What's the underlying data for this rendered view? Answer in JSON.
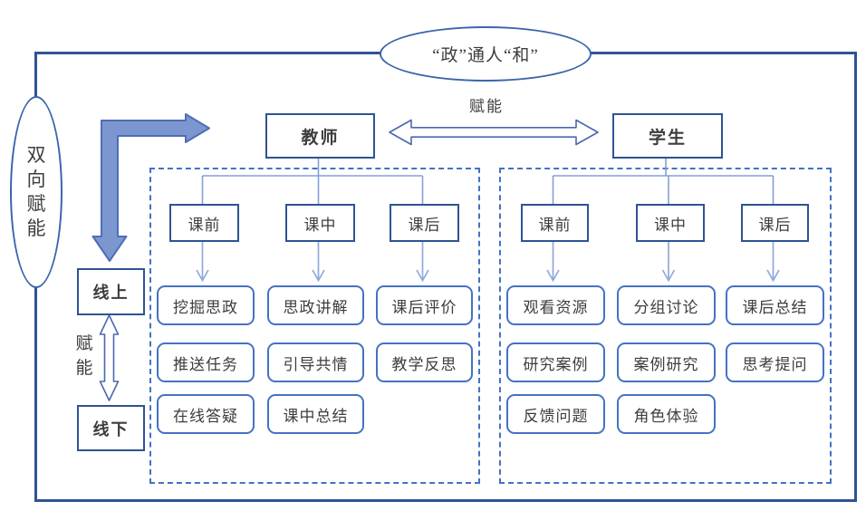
{
  "title": "“政”通人“和”",
  "left_ellipse_label": "双向赋能",
  "empower_label_top": "赋能",
  "empower_label_side": "赋能",
  "teacher_label": "教师",
  "student_label": "学生",
  "online_label": "线上",
  "offline_label": "线下",
  "teacher_panel": {
    "phases": [
      "课前",
      "课中",
      "课后"
    ],
    "activities": [
      [
        "挖掘思政",
        "思政讲解",
        "课后评价"
      ],
      [
        "推送任务",
        "引导共情",
        "教学反思"
      ],
      [
        "在线答疑",
        "课中总结"
      ]
    ]
  },
  "student_panel": {
    "phases": [
      "课前",
      "课中",
      "课后"
    ],
    "activities": [
      [
        "观看资源",
        "分组讨论",
        "课后总结"
      ],
      [
        "研究案例",
        "案例研究",
        "思考提问"
      ],
      [
        "反馈问题",
        "角色体验"
      ]
    ]
  },
  "colors": {
    "dark_border": "#2e5395",
    "round_border": "#4472c4",
    "connector": "#82a0d8",
    "chevron_arrow": "#8faadc",
    "hollow_arrow_stroke": "#4a69ad",
    "elbow_fill": "#7c96cf",
    "elbow_stroke": "#4f6db8",
    "text": "#3d3d3d"
  }
}
